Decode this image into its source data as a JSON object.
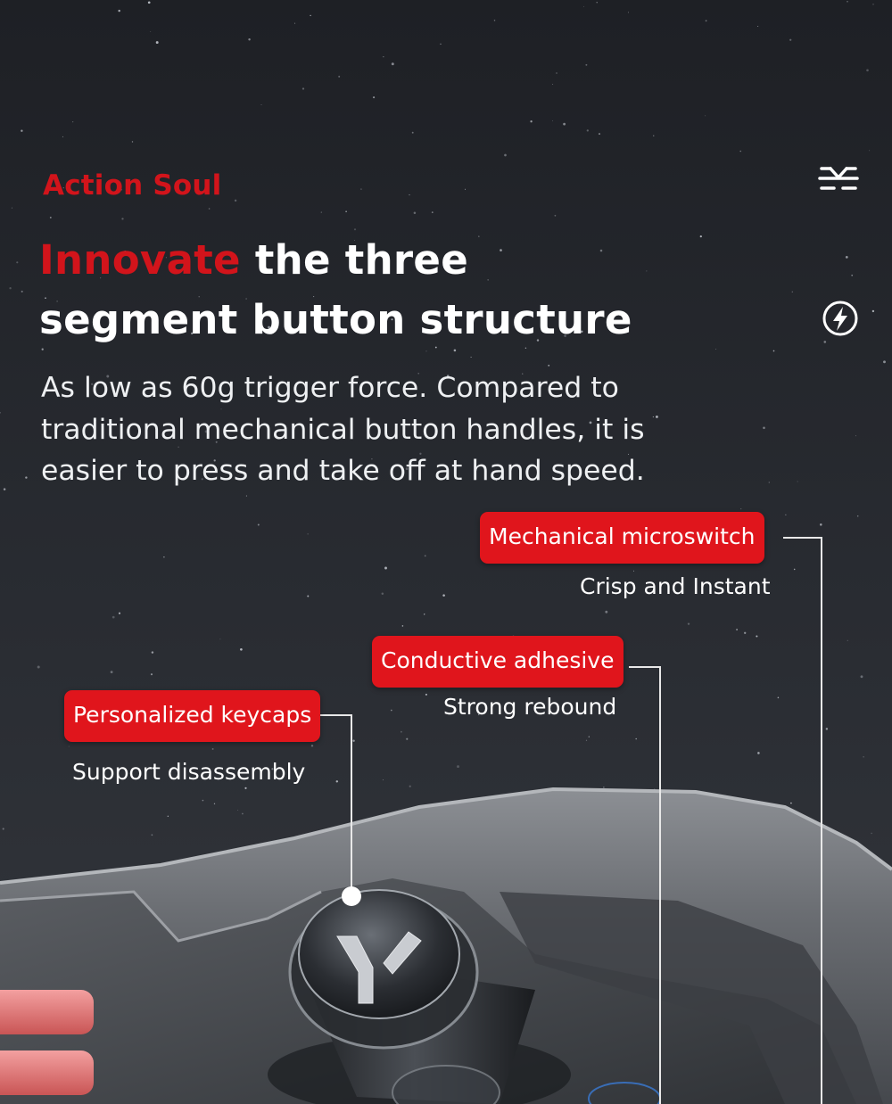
{
  "brand": "Action Soul",
  "headline": {
    "highlight": "Innovate",
    "rest_line1": " the three",
    "line2": "segment button structure"
  },
  "description": "As low as 60g trigger force. Compared to traditional mechanical button handles, it is easier to press and take off at hand speed.",
  "features": [
    {
      "title": "Mechanical microswitch",
      "subtitle": "Crisp and Instant"
    },
    {
      "title": "Conductive adhesive",
      "subtitle": "Strong rebound"
    },
    {
      "title": "Personalized keycaps",
      "subtitle": "Support disassembly"
    }
  ],
  "icons": [
    "menu-lines-icon",
    "lightning-bolt-icon",
    "y-logo-icon"
  ],
  "colors": {
    "accent": "#e0151c",
    "background": "#23252b",
    "text": "#ffffff"
  }
}
